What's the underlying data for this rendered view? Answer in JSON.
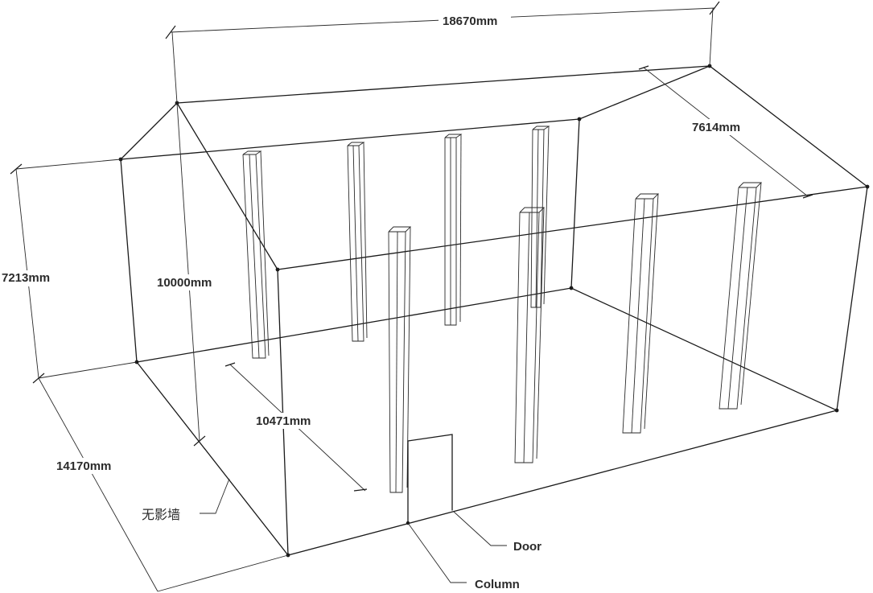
{
  "dimensions": {
    "length": "18670mm",
    "depth": "14170mm",
    "eave_height": "7213mm",
    "ridge_height": "10000mm",
    "roof_slope": "7614mm",
    "diagonal": "10471mm"
  },
  "callouts": {
    "wall": "无影墙",
    "door": "Door",
    "column": "Column"
  }
}
